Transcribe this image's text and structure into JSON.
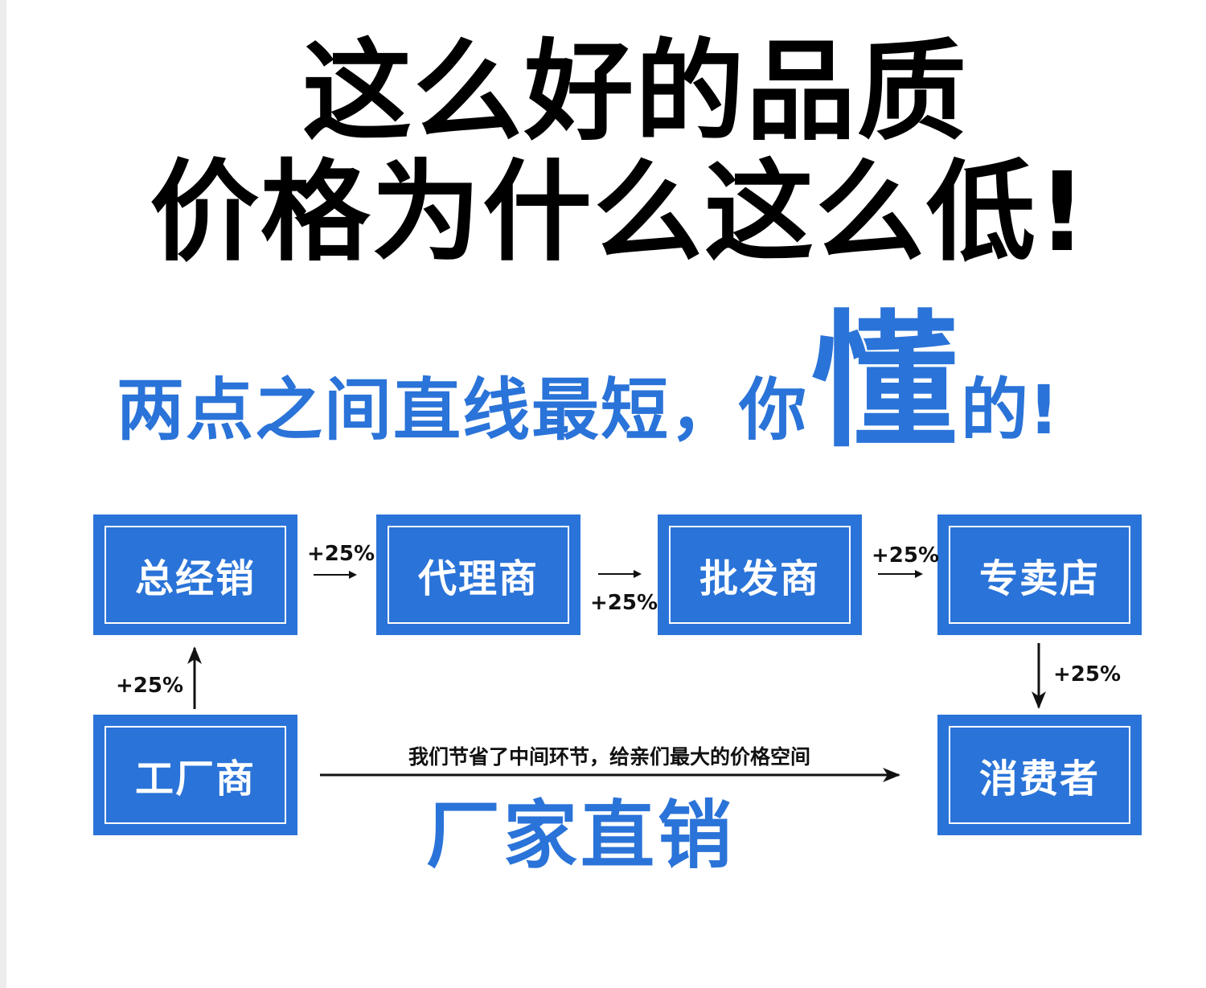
{
  "headline": {
    "line1": "这么好的品质",
    "line2": "价格为什么这么低!"
  },
  "slogan": {
    "main": "两点之间直线最短，你",
    "emphasis": "懂",
    "end": "的!"
  },
  "boxes": {
    "zongjingxiao": "总经销",
    "dailishang": "代理商",
    "pifashang": "批发商",
    "zhuanmaidian": "专卖店",
    "gongchang": "工厂商",
    "xiaofeizhe": "消费者"
  },
  "markups": {
    "factory_to_general": "+25%",
    "general_to_agent": "+25%",
    "agent_to_wholesale": "+25%",
    "wholesale_to_store": "+25%",
    "store_to_consumer": "+25%"
  },
  "direct_route": {
    "note": "我们节省了中间环节，给亲们最大的价格空间",
    "label": "厂家直销"
  },
  "colors": {
    "accent": "#2a73d8",
    "text": "#000000",
    "background": "#ffffff"
  }
}
